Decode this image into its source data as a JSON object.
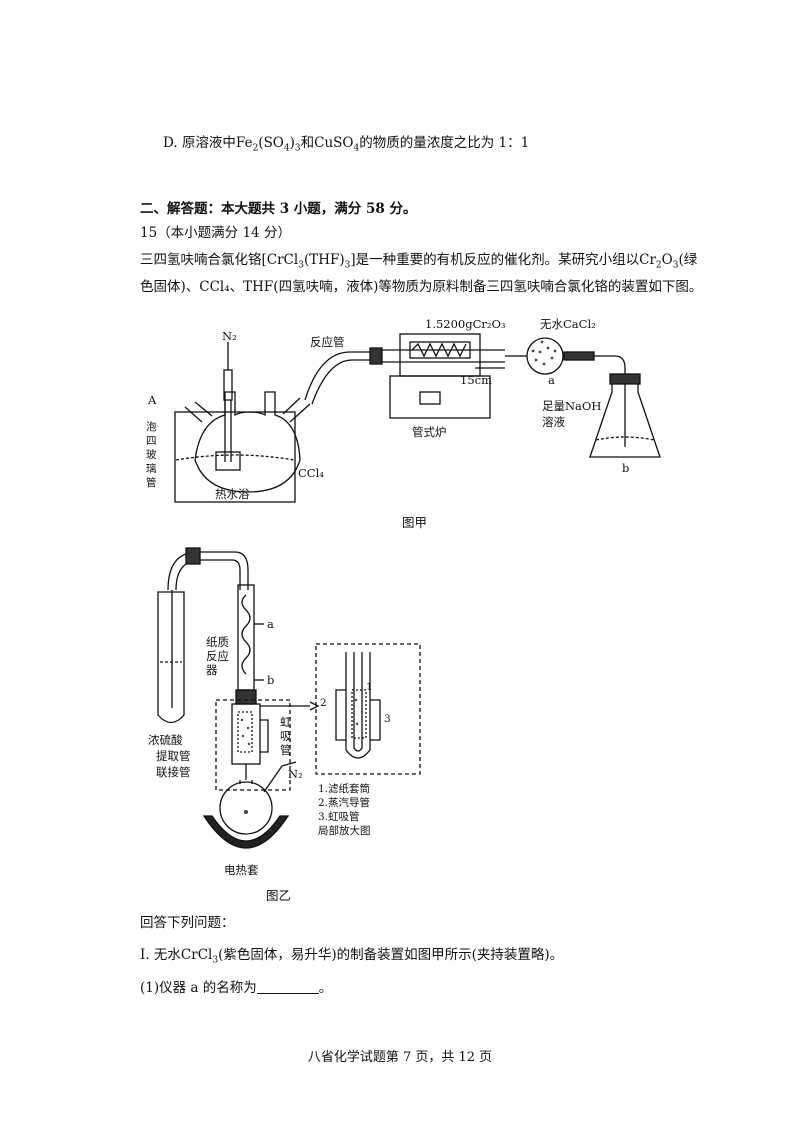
{
  "option_d": {
    "letter": "D.",
    "text_pre": "原溶液中Fe",
    "sub1": "2",
    "text_mid1": "(SO",
    "sub2": "4",
    "text_mid2": ")",
    "sub3": "3",
    "text_mid3": "和CuSO",
    "sub4": "4",
    "text_post": "的物质的量浓度之比为 1：1"
  },
  "section_heading": "二、解答题：本大题共 3 小题，满分 58 分。",
  "question_number": "15（本小题满分 14 分）",
  "intro_line1": {
    "pre": "三四氢呋喃合氯化铬[CrCl",
    "sub1": "3",
    "mid1": "(THF)",
    "sub2": "3",
    "mid2": "]是一种重要的有机反应的催化剂。某研究小组以Cr",
    "sub3": "2",
    "mid3": "O",
    "sub4": "3",
    "post": "(绿"
  },
  "intro_line2": "色固体)、CCl₄、THF(四氢呋喃，液体)等物质为原料制备三四氢呋喃合氯化铬的装置如下图。",
  "figure_jia": {
    "label_n2": "N₂",
    "label_reaction_tube": "反应管",
    "label_cr2o3": "1.5200gCr₂O₃",
    "label_cacl2": "无水CaCl₂",
    "label_a_flask": "A",
    "label_foam_tube": [
      "泡",
      "四",
      "玻",
      "璃",
      "管"
    ],
    "label_ccl4": "CCl₄",
    "label_water_bath": "热水浴",
    "label_15cm": "15cm",
    "label_furnace": "管式炉",
    "label_a": "a",
    "label_naoh": "足量NaOH",
    "label_solution": "溶液",
    "label_b": "b",
    "caption": "图甲"
  },
  "figure_yi": {
    "label_a": "a",
    "label_b": "b",
    "label_paper_reactor": [
      "纸质",
      "反应",
      "器"
    ],
    "label_siphon": [
      "虹",
      "吸",
      "管"
    ],
    "label_conc_h2so4": "浓硫酸",
    "label_extraction_tube": "提取管",
    "label_connector": "联接管",
    "label_n2": "N₂",
    "label_heater": "电热套",
    "zoom_1": "1",
    "zoom_2": "2",
    "zoom_3": "3",
    "legend": [
      "1.滤纸套筒",
      "2.蒸汽导管",
      "3.虹吸管",
      "局部放大图"
    ],
    "caption": "图乙"
  },
  "answer_prompt": "回答下列问题：",
  "part_one": {
    "pre": "I. 无水CrCl",
    "sub": "3",
    "post": "(紫色固体，易升华)的制备装置如图甲所示(夹持装置略)。"
  },
  "sub_question_1": {
    "pre": "(1)仪器 a 的名称为",
    "post": "。"
  },
  "footer": "八省化学试题第 7 页，共 12 页"
}
